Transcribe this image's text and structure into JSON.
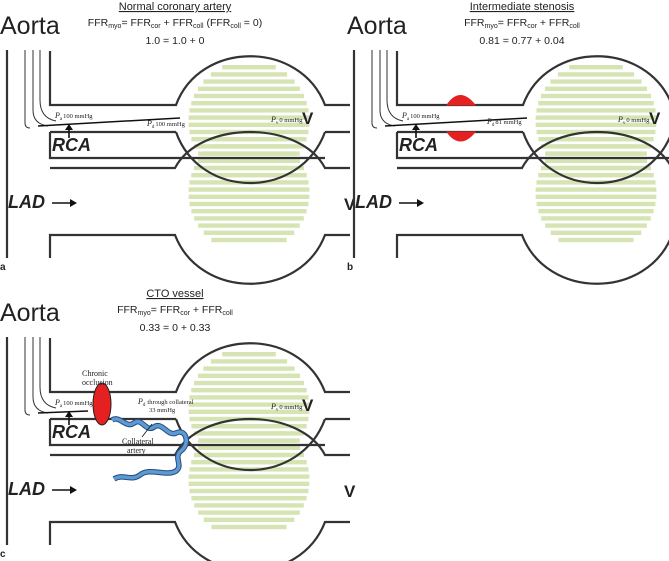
{
  "labels": {
    "aorta": "Aorta",
    "rca": "RCA",
    "lad": "LAD",
    "v": "V",
    "p_symbol": "P"
  },
  "panel_a": {
    "letter": "a",
    "title": "Normal coronary artery",
    "eq1": {
      "lhs": "FFR",
      "lhs_sub": "myo",
      "eq": "= FFR",
      "cor_sub": "cor",
      "plus": " + FFR",
      "coll_sub": "coll",
      "extra": " (FFR",
      "extra_sub": "coll",
      "extra_tail": " = 0)"
    },
    "eq2": "1.0 = 1.0 + 0",
    "pa": {
      "sub": "a",
      "value": "100 mmHg"
    },
    "pd": {
      "sub": "d",
      "value": "100 mmHg"
    },
    "pv": {
      "sub": "v",
      "value": "0 mmHg"
    }
  },
  "panel_b": {
    "letter": "b",
    "title": "Intermediate stenosis",
    "eq1": {
      "lhs": "FFR",
      "lhs_sub": "myo",
      "eq": "= FFR",
      "cor_sub": "cor",
      "plus": " + FFR",
      "coll_sub": "coll"
    },
    "eq2": "0.81 = 0.77 + 0.04",
    "pa": {
      "sub": "a",
      "value": "100 mmHg"
    },
    "pd": {
      "sub": "d",
      "value": "81 mmHg"
    },
    "pv": {
      "sub": "v",
      "value": "0 mmHg"
    }
  },
  "panel_c": {
    "letter": "c",
    "title": "CTO vessel",
    "eq1": {
      "lhs": "FFR",
      "lhs_sub": "myo",
      "eq": "= FFR",
      "cor_sub": "cor",
      "plus": " + FFR",
      "coll_sub": "coll"
    },
    "eq2": "0.33 = 0 + 0.33",
    "occlusion_line1": "Chronic",
    "occlusion_line2": "occlusion",
    "collateral_line1": "Collateral",
    "collateral_line2": "artery",
    "pa": {
      "sub": "a",
      "value": "100 mmHg"
    },
    "pd": {
      "sub": "d",
      "value": "through collateral",
      "value2": "33 mmHg"
    },
    "pv": {
      "sub": "v",
      "value": "0 mmHg"
    }
  },
  "colors": {
    "myocardium": "#d6e4b3",
    "stenosis": "#e52020",
    "collateral": "#5b9bd5"
  }
}
